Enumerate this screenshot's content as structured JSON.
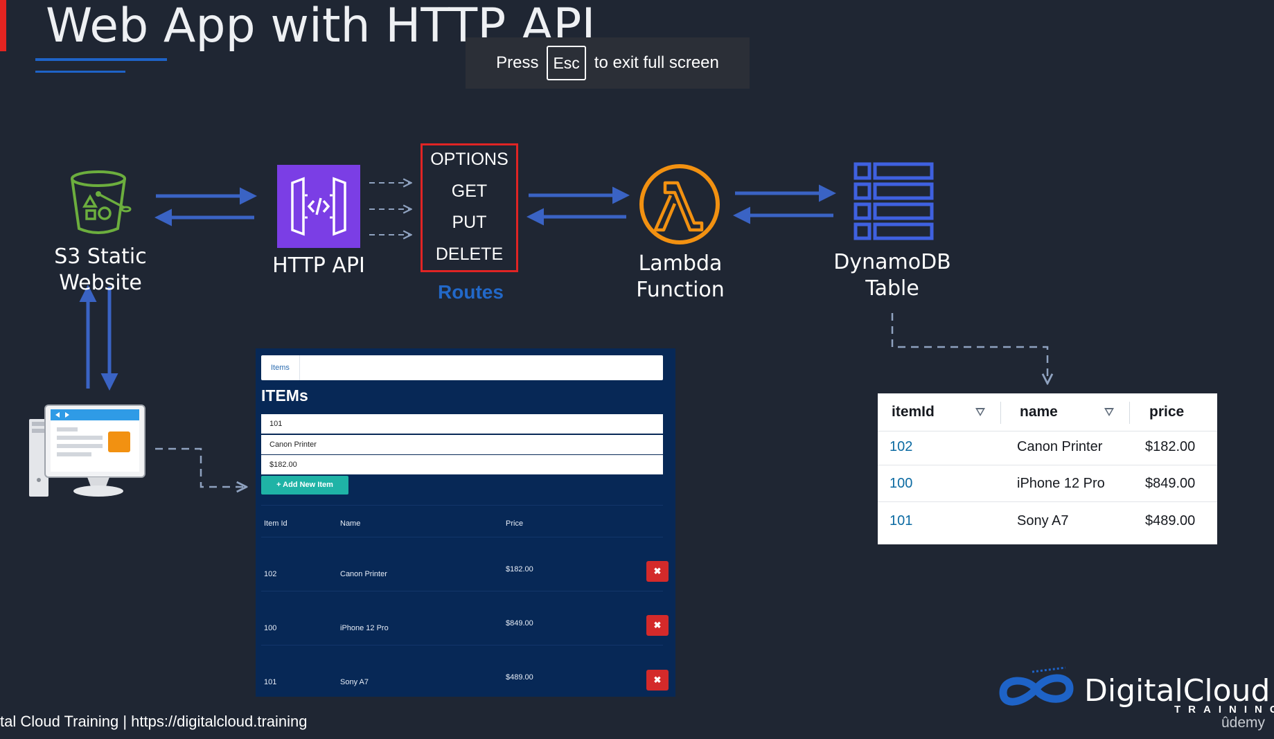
{
  "slide": {
    "title": "Web App with HTTP API",
    "footer": "tal Cloud Training  | https://digitalcloud.training"
  },
  "fullscreen_notice": {
    "press": "Press",
    "key": "Esc",
    "suffix": "to exit full screen"
  },
  "nodes": {
    "s3": {
      "label": "S3 Static Website",
      "icon": "s3-bucket-icon",
      "color": "#6cae3e"
    },
    "api": {
      "label": "HTTP API",
      "icon": "api-gateway-icon",
      "color": "#7b3ee5"
    },
    "routes": {
      "label": "Routes",
      "items": [
        "OPTIONS",
        "GET",
        "PUT",
        "DELETE"
      ],
      "color": "#e02424"
    },
    "lambda": {
      "label_line1": "Lambda",
      "label_line2": "Function",
      "icon": "lambda-icon",
      "color": "#f29111"
    },
    "dynamodb": {
      "label_line1": "DynamoDB",
      "label_line2": "Table",
      "icon": "dynamodb-table-icon",
      "color": "#3f61e0"
    },
    "client": {
      "icon": "desktop-computer-icon"
    }
  },
  "web_app": {
    "tab": "Items",
    "heading": "ITEMs",
    "inputs": [
      "101",
      "Canon Printer",
      "$182.00"
    ],
    "add_button": "Add New Item",
    "columns": [
      "Item Id",
      "Name",
      "Price"
    ],
    "rows": [
      {
        "id": "102",
        "name": "Canon Printer",
        "price": "$182.00"
      },
      {
        "id": "100",
        "name": "iPhone 12 Pro",
        "price": "$849.00"
      },
      {
        "id": "101",
        "name": "Sony A7",
        "price": "$489.00"
      }
    ],
    "delete_glyph": "✖"
  },
  "dynamodb_table": {
    "columns": [
      "itemId",
      "name",
      "price"
    ],
    "rows": [
      {
        "itemId": "102",
        "name": "Canon Printer",
        "price": "$182.00"
      },
      {
        "itemId": "100",
        "name": "iPhone 12 Pro",
        "price": "$849.00"
      },
      {
        "itemId": "101",
        "name": "Sony A7",
        "price": "$489.00"
      }
    ]
  },
  "brand": {
    "name": "DigitalCloud",
    "sub": "TRAINING",
    "platform": "ûdemy"
  },
  "colors": {
    "background": "#1f2633",
    "arrow": "#3a63c4",
    "dashed": "#8fa2c0",
    "routes_label": "#2268c8",
    "accent_red": "#e52421"
  }
}
